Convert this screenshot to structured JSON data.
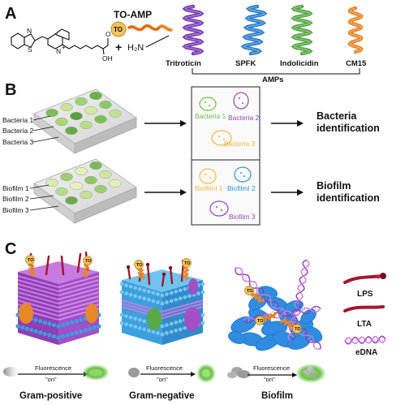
{
  "panels": {
    "a": "A",
    "b": "B",
    "c": "C"
  },
  "panel_a": {
    "probe_title": "TO-AMP",
    "to_badge": "TO",
    "n_plus": "N",
    "charge": "+",
    "n_label": "N",
    "s_label": "S",
    "cooh": "OH",
    "cooh_o": "O",
    "plus_sign": "+",
    "amine": "H₂N",
    "peptides": [
      {
        "label": "Tritroticin",
        "color": "#7b3fb5"
      },
      {
        "label": "SPFK",
        "color": "#2f7fc8"
      },
      {
        "label": "Indolicidin",
        "color": "#5aa84a"
      },
      {
        "label": "CM15",
        "color": "#e8862a"
      }
    ],
    "group_label": "AMPs"
  },
  "panel_b": {
    "plate1_rows": [
      "Bacteria 1",
      "Bacteria 2",
      "Bacteria 3"
    ],
    "box1_labels": [
      "Bacteria 1",
      "Bacteria 2",
      "Bacteria 3"
    ],
    "result1": [
      "Bacteria",
      "identification"
    ],
    "plate2_rows": [
      "Biofilm 1",
      "Biofilm 2",
      "Biofilm 3"
    ],
    "box2_labels": [
      "Biofilml 1",
      "Biofilml 2",
      "Biofilm 3"
    ],
    "result2": [
      "Biofilm",
      "identification"
    ]
  },
  "panel_c": {
    "to_tags": [
      "TO",
      "TO",
      "TO",
      "TO",
      "TO",
      "TO",
      "TO"
    ],
    "legend": [
      "LPS",
      "LTA",
      "eDNA"
    ],
    "fluor_text": [
      "Fluorescence",
      "\"on\""
    ],
    "bottom_labels": [
      "Gram-positive",
      "Gram-negative",
      "Biofilm"
    ]
  },
  "colors": {
    "purple": "#7b3fb5",
    "blue": "#2f7fc8",
    "green": "#5aa84a",
    "orange": "#e8862a",
    "membrane_purple": "#a44fc4",
    "lipid_blue": "#3aa0e0",
    "lps_red": "#a01830",
    "ring_yellow": "#f0c45a"
  }
}
